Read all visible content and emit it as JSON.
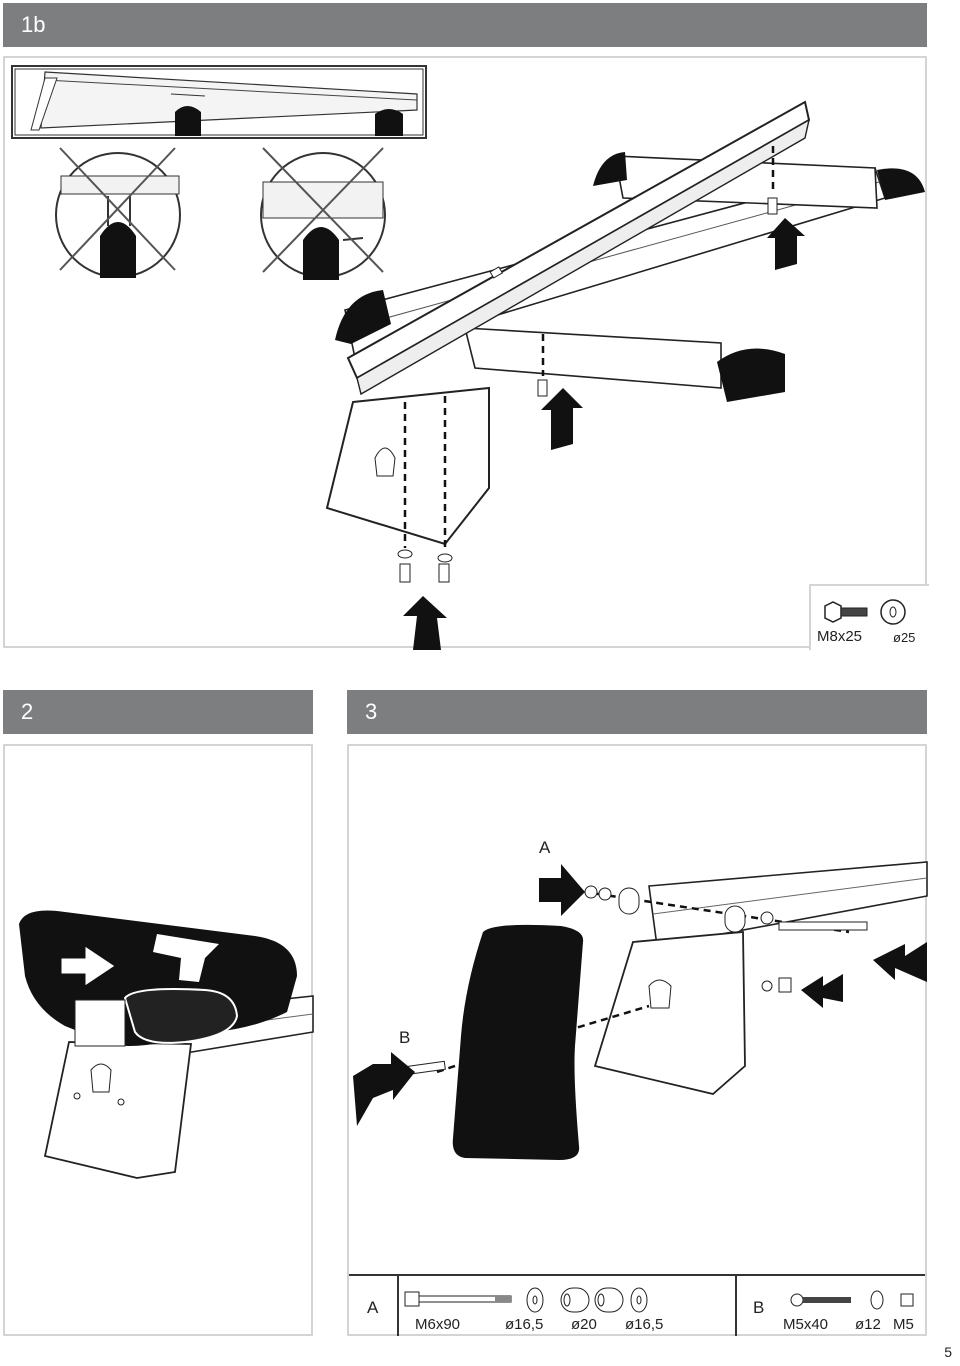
{
  "steps": [
    {
      "number": "1b"
    },
    {
      "number": "2"
    },
    {
      "number": "3"
    }
  ],
  "step1b": {
    "hardware": {
      "bolt": "M8x25",
      "washer": "ø25"
    }
  },
  "step3": {
    "callout_a": "A",
    "callout_b": "B",
    "parts_a": {
      "label": "A",
      "bolt": "M6x90",
      "washer": "ø16,5",
      "spacer": "ø20",
      "washer2": "ø16,5"
    },
    "parts_b": {
      "label": "B",
      "bolt": "M5x40",
      "washer": "ø12",
      "nut": "M5"
    }
  },
  "page_number": "5"
}
